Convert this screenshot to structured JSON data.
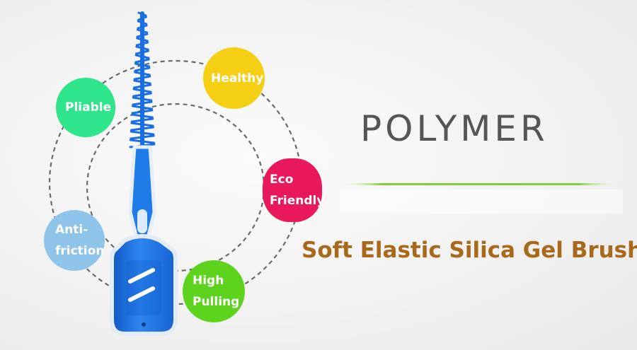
{
  "product_name": "POLYMER",
  "headline": "Soft Elastic Silica Gel Brush",
  "features": [
    {
      "lines": [
        "Pliable"
      ],
      "color": "#2ee58c"
    },
    {
      "lines": [
        "Healthy"
      ],
      "color": "#f5cf14"
    },
    {
      "lines": [
        "Eco",
        "Friendly"
      ],
      "color": "#e8185a"
    },
    {
      "lines": [
        "Anti-",
        "friction"
      ],
      "color": "#8ec3ea"
    },
    {
      "lines": [
        "High",
        "Pulling"
      ],
      "color": "#5ed31e"
    }
  ],
  "colors": {
    "brush_blue": "#1a6fe0",
    "brush_handle_rim": "#dfe8f2",
    "divider_green": "#86cc3a",
    "dashed_ring": "#666666",
    "headline": "#a86a1a",
    "product_name": "#555555"
  },
  "icons": [
    "interdental-brush-icon",
    "dashed-orbit-rings"
  ]
}
